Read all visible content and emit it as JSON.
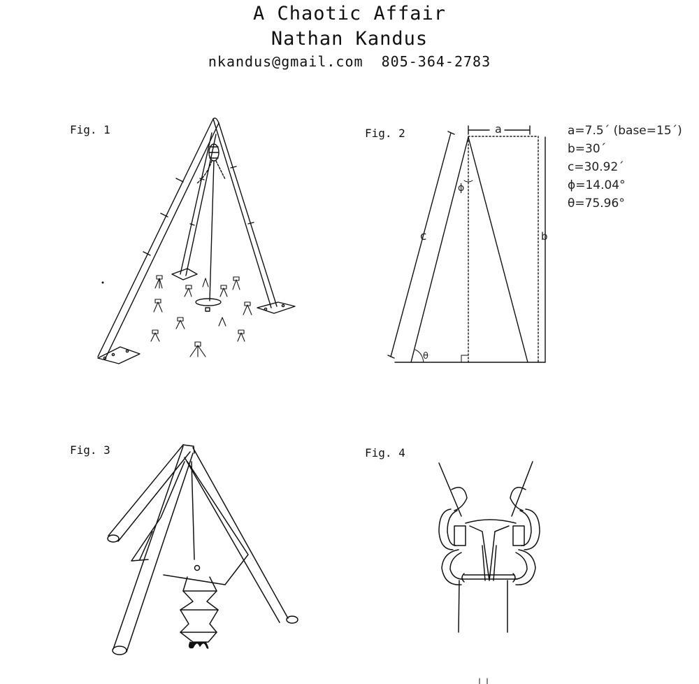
{
  "header": {
    "title": "A Chaotic Affair",
    "author": "Nathan Kandus",
    "contact": "nkandus@gmail.com  805-364-2783"
  },
  "figures": [
    {
      "label": "Fig. 1"
    },
    {
      "label": "Fig. 2",
      "side_labels": {
        "a": "a",
        "b": "b",
        "c": "c",
        "phi": "ϕ",
        "theta": "θ"
      },
      "dimensions": [
        "a=7.5´ (base=15´)",
        "b=30´",
        "c=30.92´",
        "ϕ=14.04°",
        "θ=75.96°"
      ]
    },
    {
      "label": "Fig. 3"
    },
    {
      "label": "Fig. 4"
    }
  ]
}
